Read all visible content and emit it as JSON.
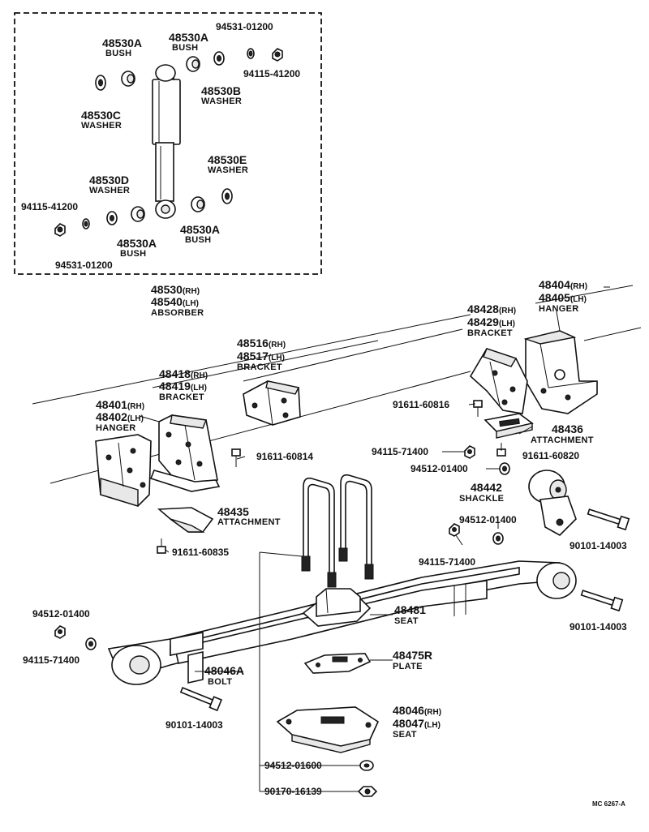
{
  "absorber_box": {
    "p48530A_1": {
      "pn": "48530A",
      "desc": "BUSH"
    },
    "p48530A_2": {
      "pn": "48530A",
      "desc": "BUSH"
    },
    "p94531_top": {
      "pn": "94531-01200"
    },
    "p94115_top": {
      "pn": "94115-41200"
    },
    "p48530B": {
      "pn": "48530B",
      "desc": "WASHER"
    },
    "p48530C": {
      "pn": "48530C",
      "desc": "WASHER"
    },
    "p48530E": {
      "pn": "48530E",
      "desc": "WASHER"
    },
    "p48530D": {
      "pn": "48530D",
      "desc": "WASHER"
    },
    "p94115_bot": {
      "pn": "94115-41200"
    },
    "p48530A_3": {
      "pn": "48530A",
      "desc": "BUSH"
    },
    "p48530A_4": {
      "pn": "48530A",
      "desc": "BUSH"
    },
    "p94531_bot": {
      "pn": "94531-01200"
    }
  },
  "absorber": {
    "pn_rh": "48530",
    "rh": "(RH)",
    "pn_lh": "48540",
    "lh": "(LH)",
    "desc": "ABSORBER"
  },
  "hanger_rear": {
    "pn_rh": "48404",
    "rh": "(RH)",
    "pn_lh": "48405",
    "lh": "(LH)",
    "desc": "HANGER"
  },
  "bracket_rear": {
    "pn_rh": "48428",
    "rh": "(RH)",
    "pn_lh": "48429",
    "lh": "(LH)",
    "desc": "BRACKET"
  },
  "bracket_mid": {
    "pn_rh": "48516",
    "rh": "(RH)",
    "pn_lh": "48517",
    "lh": "(LH)",
    "desc": "BRACKET"
  },
  "bracket_front": {
    "pn_rh": "48418",
    "rh": "(RH)",
    "pn_lh": "48419",
    "lh": "(LH)",
    "desc": "BRACKET"
  },
  "hanger_front": {
    "pn_rh": "48401",
    "rh": "(RH)",
    "pn_lh": "48402",
    "lh": "(LH)",
    "desc": "HANGER"
  },
  "bolt_60816": {
    "pn": "91611-60816"
  },
  "attachment_48436": {
    "pn": "48436",
    "desc": "ATTACHMENT"
  },
  "nut_71400_a": {
    "pn": "94115-71400"
  },
  "bolt_60820": {
    "pn": "91611-60820"
  },
  "washer_01400_a": {
    "pn": "94512-01400"
  },
  "bolt_60814": {
    "pn": "91611-60814"
  },
  "shackle": {
    "pn": "48442",
    "desc": "SHACKLE"
  },
  "washer_01400_b": {
    "pn": "94512-01400"
  },
  "attachment_48435": {
    "pn": "48435",
    "desc": "ATTACHMENT"
  },
  "bolt_14003_a": {
    "pn": "90101-14003"
  },
  "nut_71400_b": {
    "pn": "94115-71400"
  },
  "bolt_60835": {
    "pn": "91611-60835"
  },
  "seat_48481": {
    "pn": "48481",
    "desc": "SEAT"
  },
  "bolt_14003_b": {
    "pn": "90101-14003"
  },
  "washer_01400_c": {
    "pn": "94512-01400"
  },
  "nut_71400_c": {
    "pn": "94115-71400"
  },
  "plate": {
    "pn": "48475R",
    "desc": "PLATE"
  },
  "bolt_48046A": {
    "pn": "48046A",
    "desc": "BOLT"
  },
  "bolt_14003_c": {
    "pn": "90101-14003"
  },
  "seat_lower": {
    "pn_rh": "48046",
    "rh": "(RH)",
    "pn_lh": "48047",
    "lh": "(LH)",
    "desc": "SEAT"
  },
  "washer_01600": {
    "pn": "94512-01600"
  },
  "nut_16139": {
    "pn": "90170-16139"
  },
  "figure_code": "MC 6267-A"
}
